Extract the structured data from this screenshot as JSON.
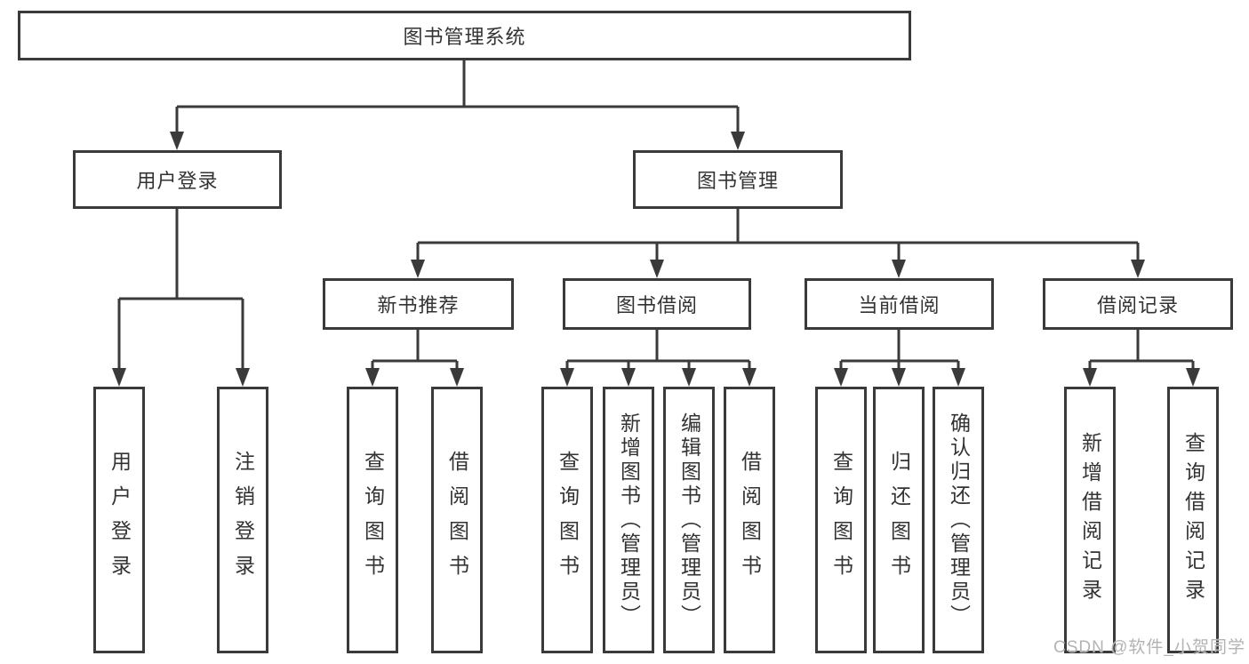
{
  "colors": {
    "line": "#3a3a3a",
    "text": "#333333",
    "background": "#ffffff",
    "watermark": "#b3b3b3"
  },
  "watermark": "CSDN @软件_小贺同学",
  "tree": {
    "label": "图书管理系统",
    "children": [
      {
        "label": "用户登录",
        "children": [
          {
            "label": "用户登录"
          },
          {
            "label": "注销登录"
          }
        ]
      },
      {
        "label": "图书管理",
        "children": [
          {
            "label": "新书推荐",
            "children": [
              {
                "label": "查询图书"
              },
              {
                "label": "借阅图书"
              }
            ]
          },
          {
            "label": "图书借阅",
            "children": [
              {
                "label": "查询图书"
              },
              {
                "label": "新增图书（管理员）"
              },
              {
                "label": "编辑图书（管理员）"
              },
              {
                "label": "借阅图书"
              }
            ]
          },
          {
            "label": "当前借阅",
            "children": [
              {
                "label": "查询图书"
              },
              {
                "label": "归还图书"
              },
              {
                "label": "确认归还（管理员）"
              }
            ]
          },
          {
            "label": "借阅记录",
            "children": [
              {
                "label": "新增借阅记录"
              },
              {
                "label": "查询借阅记录"
              }
            ]
          }
        ]
      }
    ]
  }
}
